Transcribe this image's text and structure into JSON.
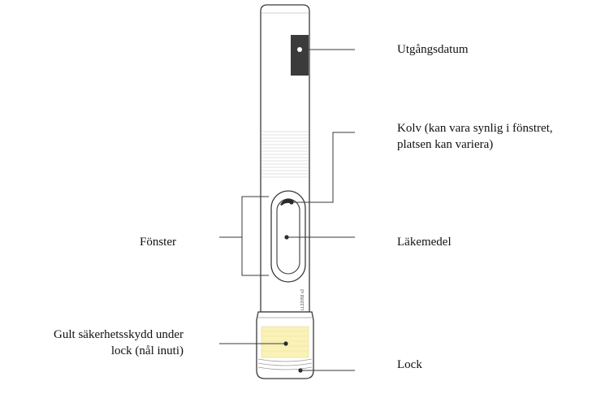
{
  "labels": {
    "expiry": "Utgångsdatum",
    "plunger_line1": "Kolv (kan vara synlig i fönstret,",
    "plunger_line2": "platsen kan variera)",
    "medicine": "Läkemedel",
    "window": "Fönster",
    "guard_line1": "Gult säkerhetsskydd under",
    "guard_line2": "lock (nål inuti)",
    "cap": "Lock"
  },
  "figure_code": "LL32058 v2",
  "colors": {
    "outline": "#3a3a3a",
    "expiry_box": "#3b3b3b",
    "guard_yellow": "#fbf2b8",
    "ribs": "#d8d8d8"
  }
}
